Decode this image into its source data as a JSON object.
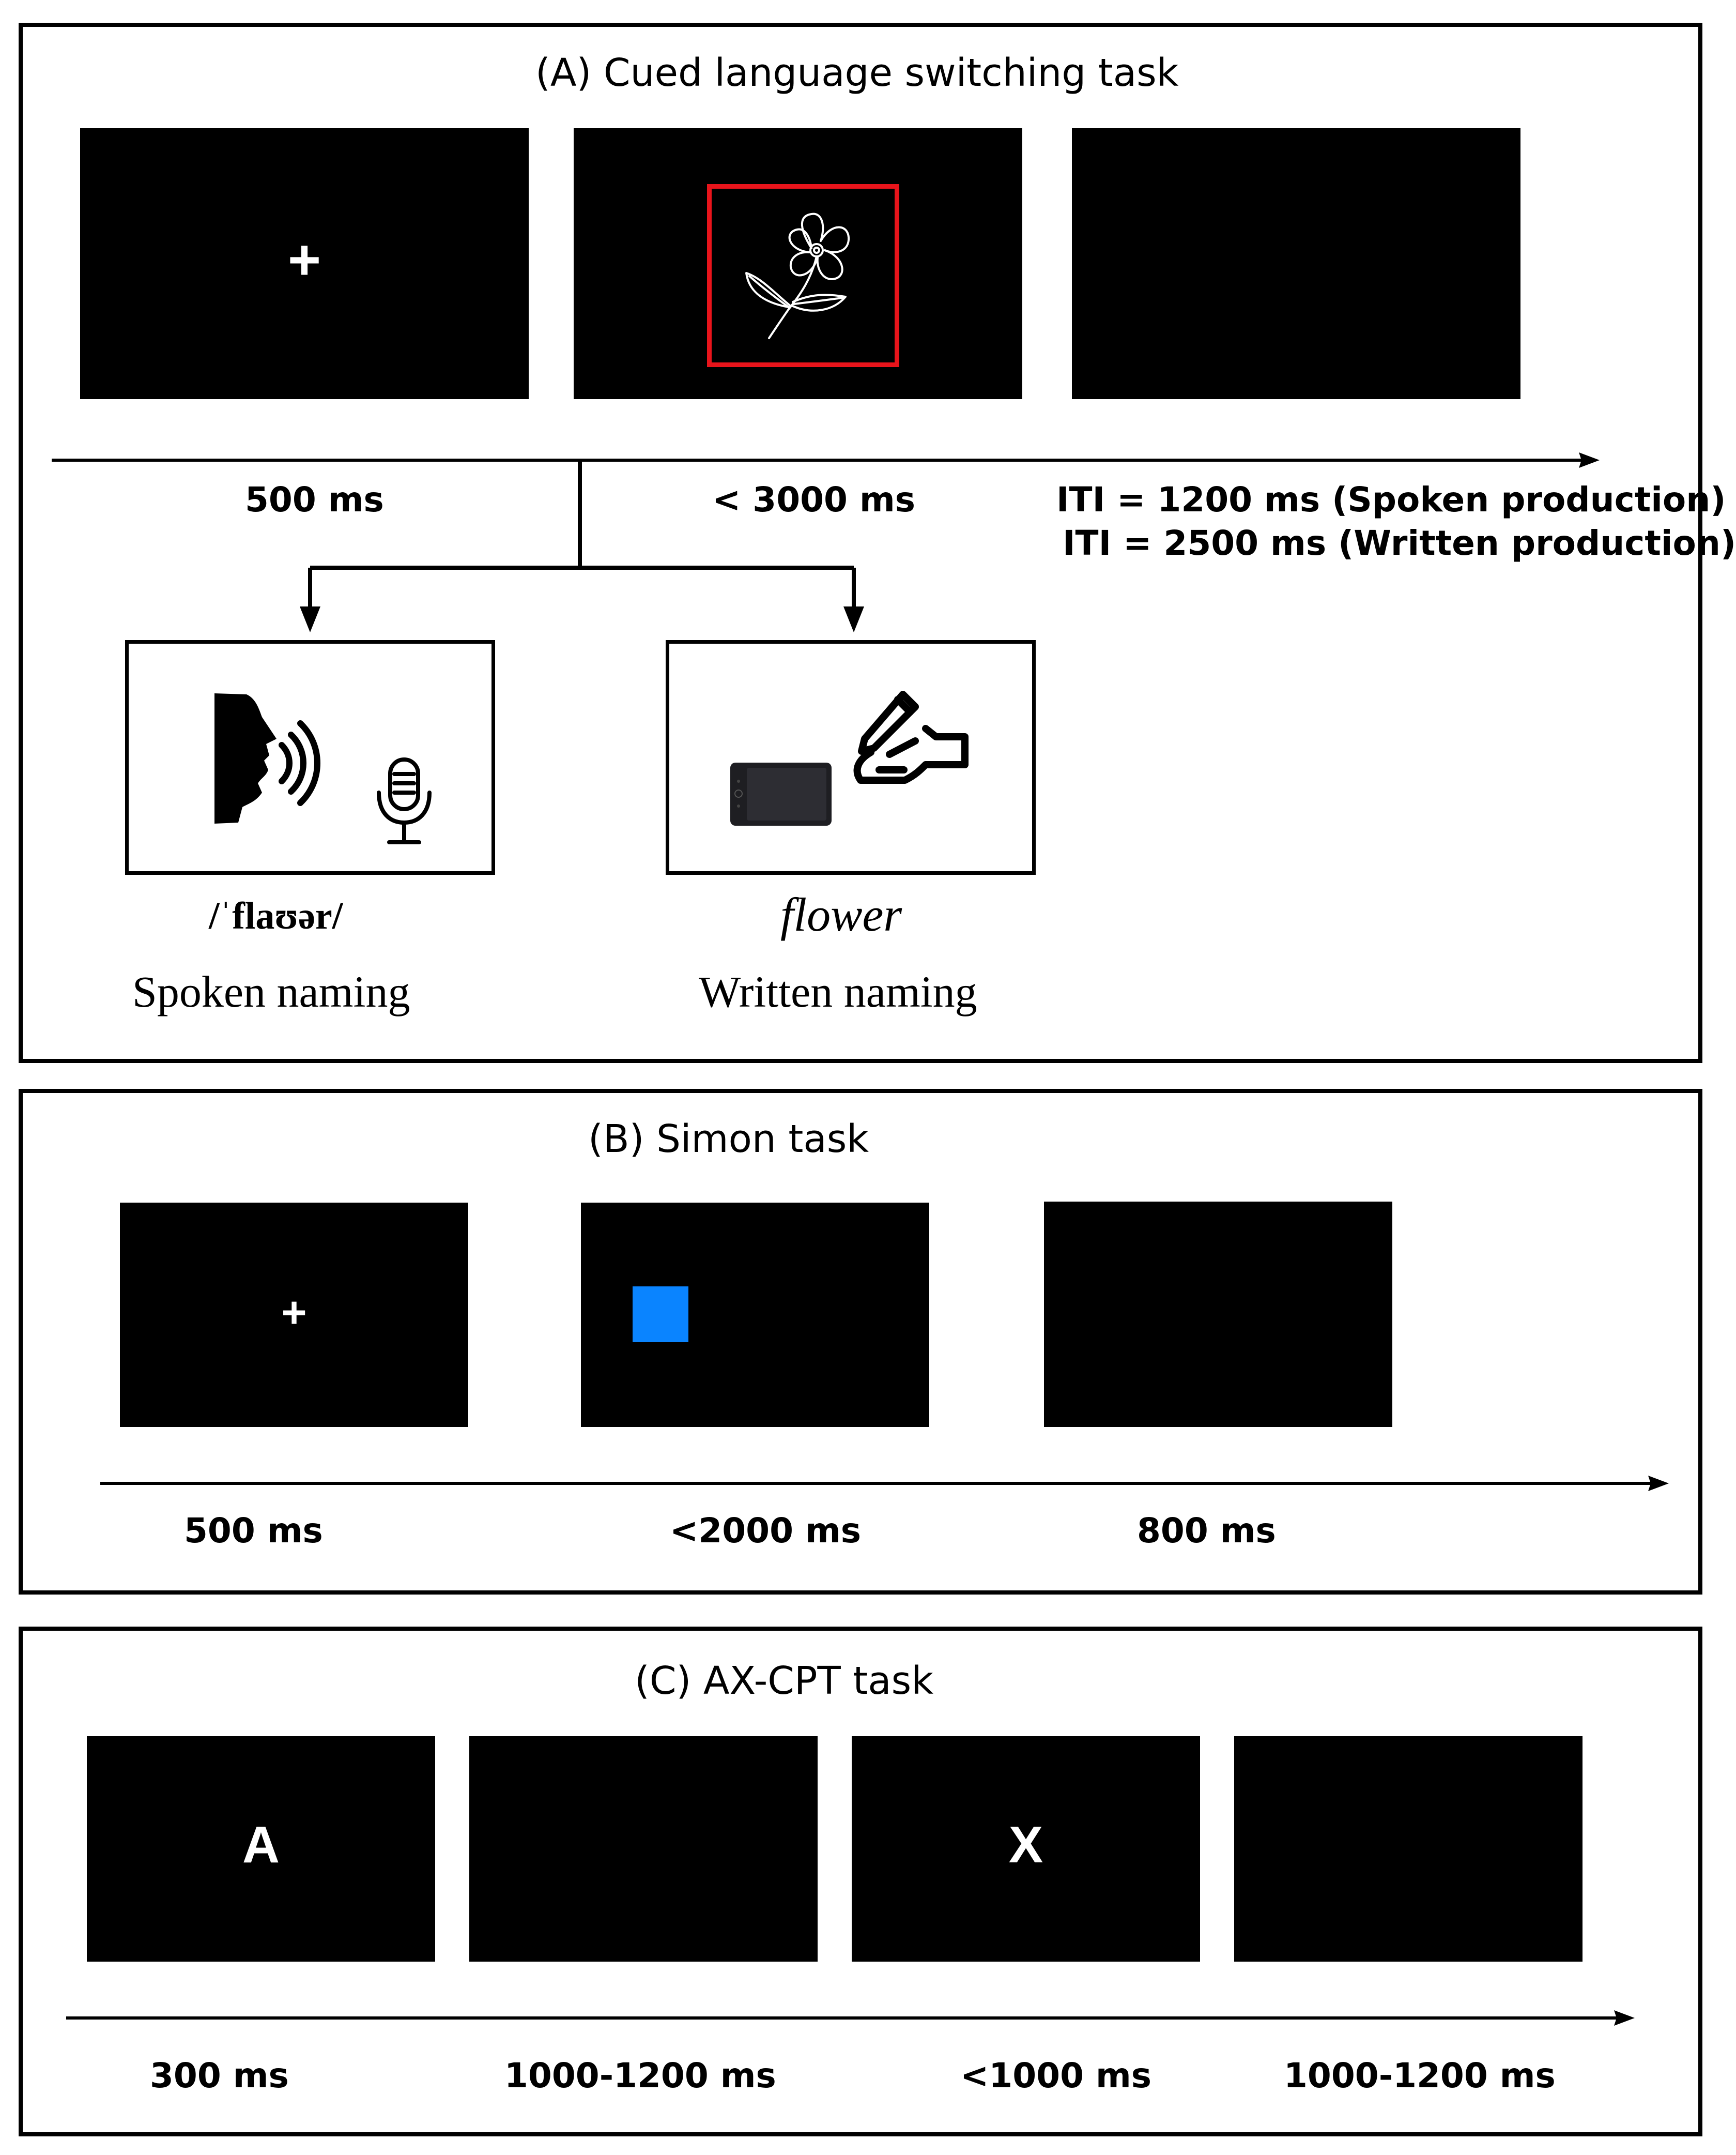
{
  "panel_a": {
    "title": "(A) Cued language switching task",
    "fixation": "+",
    "timing": [
      "500 ms",
      "< 3000 ms"
    ],
    "iti_spoken": "ITI = 1200 ms (Spoken  production)",
    "iti_written": "ITI = 2500 ms (Written production)",
    "cue_color": "#e8141b",
    "spoken_ipa": "/ˈflaʊər/",
    "spoken_label": "Spoken naming",
    "written_word": "flower",
    "written_label": "Written naming"
  },
  "panel_b": {
    "title": "(B) Simon task",
    "fixation": "+",
    "stimulus_color": "#0a84ff",
    "timing": [
      "500 ms",
      "<2000 ms",
      "800 ms"
    ]
  },
  "panel_c": {
    "title": "(C) AX-CPT task",
    "cue_letter": "A",
    "probe_letter": "X",
    "timing": [
      "300 ms",
      "1000-1200 ms",
      "<1000 ms",
      "1000-1200 ms"
    ]
  }
}
